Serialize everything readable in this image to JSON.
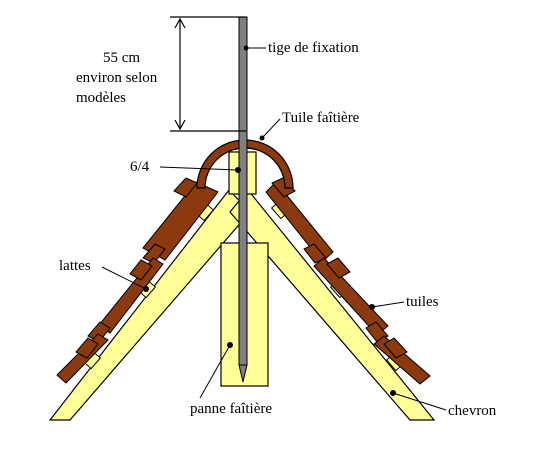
{
  "labels": {
    "dimension": [
      "55 cm",
      "environ selon",
      "modèles"
    ],
    "rod": "tige de fixation",
    "ridge_tile": "Tuile faîtière",
    "block": "6/4",
    "battens": "lattes",
    "tiles": "tuiles",
    "ridge_purlin": "panne faîtière",
    "rafter": "chevron"
  },
  "colors": {
    "wood": "#ffff99",
    "tile": "#8b3a0f",
    "rod": "#808080",
    "line": "#000000",
    "background": "#ffffff"
  }
}
